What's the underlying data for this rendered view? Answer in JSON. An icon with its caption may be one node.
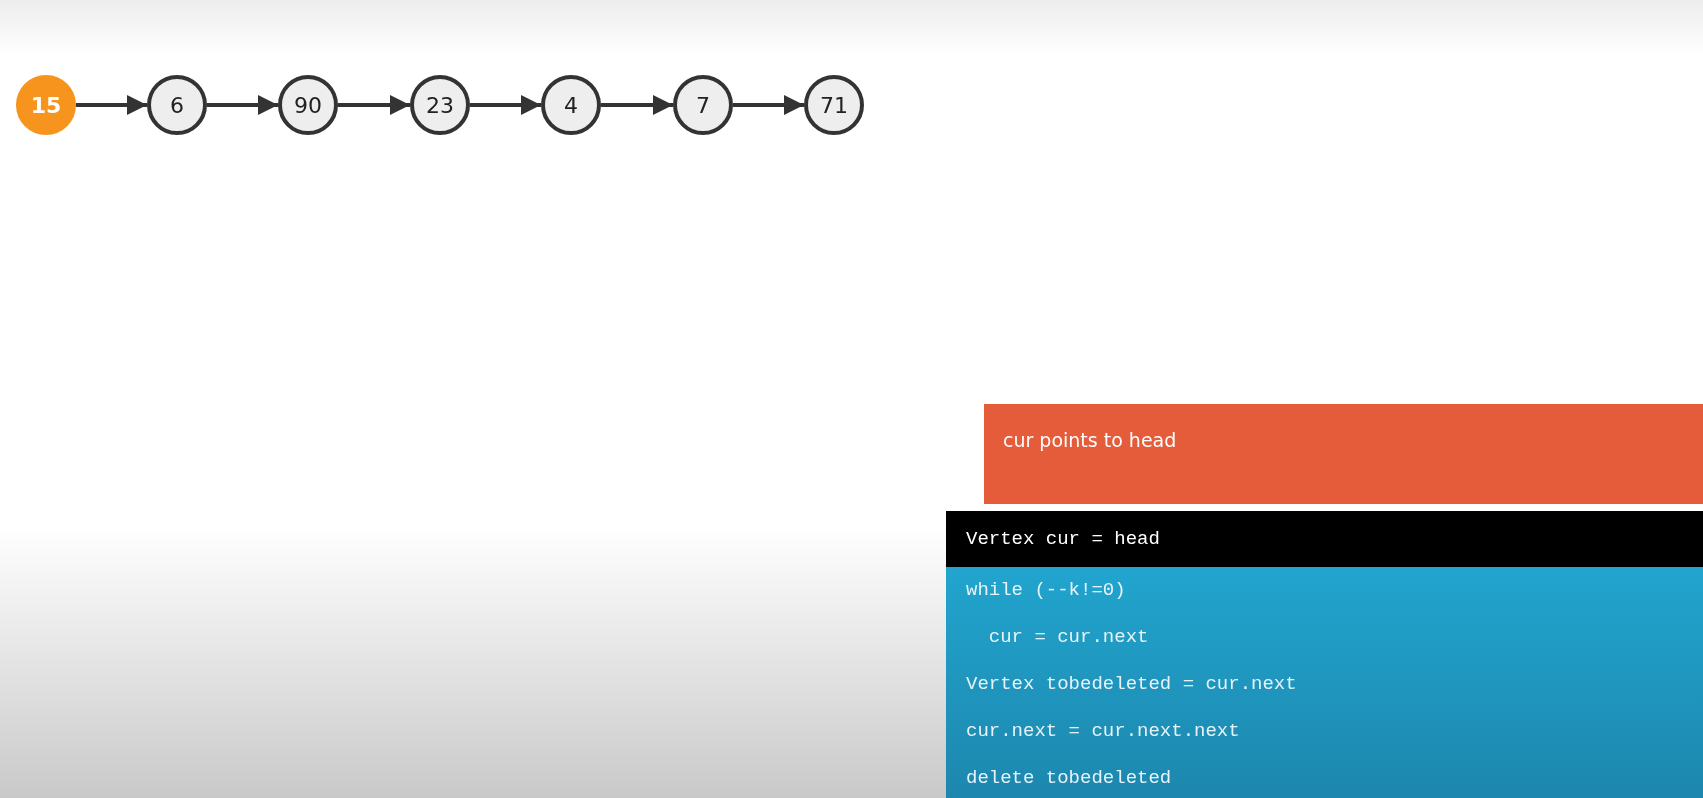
{
  "diagram": {
    "nodes": [
      {
        "text": [
          "15"
        ]
      },
      {
        "text": [
          "6"
        ]
      },
      {
        "text": [
          "90"
        ]
      },
      {
        "text": [
          "23"
        ]
      },
      {
        "text": [
          "4"
        ]
      },
      {
        "text": [
          "7"
        ]
      },
      {
        "text": [
          "71"
        ]
      },
      {
        "text": [
          "cur points to head"
        ]
      },
      {
        "text": [
          "while (--k!=0)",
          "  cur = cur.next",
          "Vertex tobedeleted = cur.next",
          "cur.next = cur.next.next",
          "delete tobedeleted"
        ]
      },
      {
        "text": [
          "Vertex cur = head"
        ],
        "in": 8
      }
    ],
    "edges": [
      {
        "from": 0,
        "to": 1,
        "arrow": "to"
      },
      {
        "from": 1,
        "to": 2,
        "arrow": "to"
      },
      {
        "from": 2,
        "to": 3,
        "arrow": "to"
      },
      {
        "from": 3,
        "to": 4,
        "arrow": "to"
      },
      {
        "from": 4,
        "to": 5,
        "arrow": "to"
      },
      {
        "from": 5,
        "to": 6,
        "arrow": "to"
      }
    ]
  }
}
